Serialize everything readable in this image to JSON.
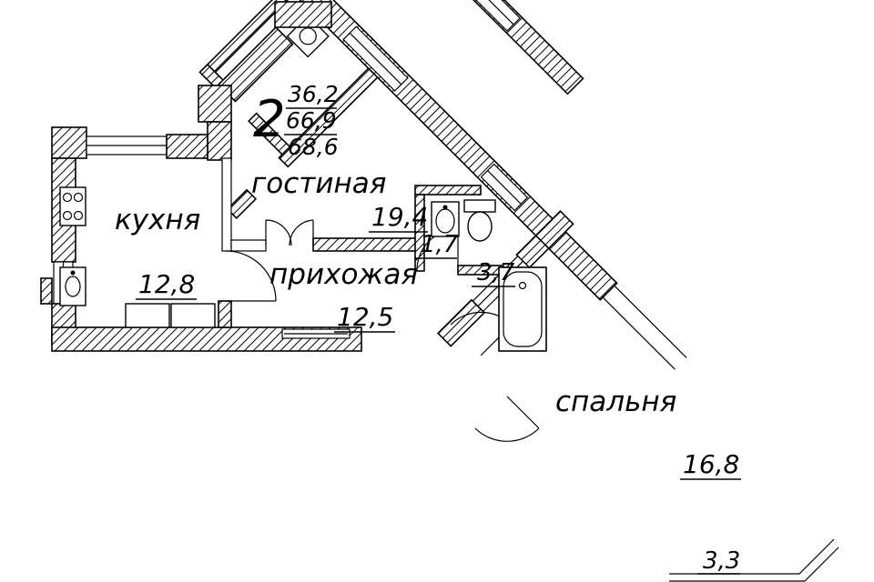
{
  "plan": {
    "type": "apartment-floor-plan-2-room",
    "summary": {
      "rooms_count": "2",
      "living_area": "36,2",
      "usable_area": "66,9",
      "total_area": "68,6"
    },
    "rooms": {
      "living": {
        "label": "гостиная",
        "area": "19,4"
      },
      "kitchen": {
        "label": "кухня",
        "area": "12,8"
      },
      "hallway": {
        "label": "прихожая",
        "area": "12,5"
      },
      "wc": {
        "label": "",
        "area": "1,7"
      },
      "bathroom": {
        "label": "",
        "area": "3,7"
      },
      "bedroom": {
        "label": "спальня",
        "area": "16,8"
      },
      "balcony": {
        "label": "",
        "area": "3,3"
      }
    },
    "colors": {
      "wall": "#000000",
      "background": "#ffffff"
    }
  }
}
